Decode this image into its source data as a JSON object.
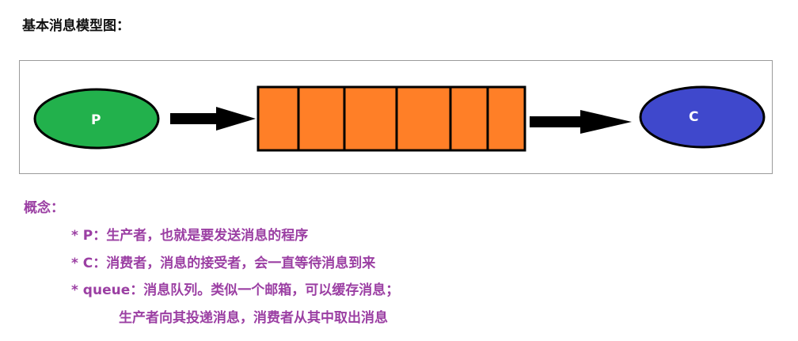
{
  "title": "基本消息模型图：",
  "diagram": {
    "producer": {
      "label": "P",
      "color": "#22b14c"
    },
    "consumer": {
      "label": "C",
      "color": "#3f48cc"
    },
    "queue": {
      "color": "#ff7f27",
      "cells": 6
    },
    "arrow_color": "#000000"
  },
  "notes": {
    "heading": "概念：",
    "p_line": "* P：生产者，也就是要发送消息的程序",
    "c_line": "* C：消费者，消息的接受者，会一直等待消息到来",
    "queue_line": "* queue：消息队列。类似一个邮箱，可以缓存消息；",
    "queue_line_cont": "生产者向其投递消息，消费者从其中取出消息",
    "text_color": "#9b3fa3"
  }
}
